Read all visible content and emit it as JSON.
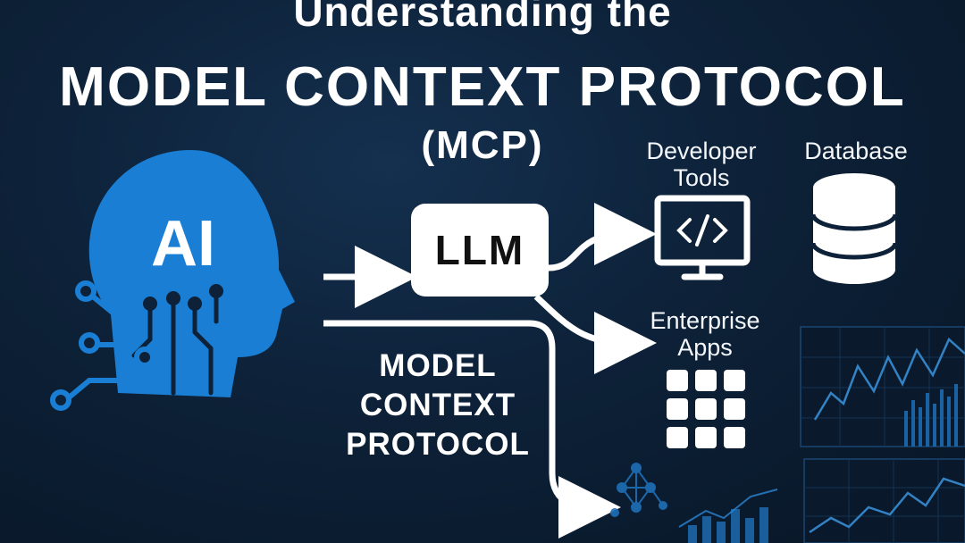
{
  "header": {
    "line1": "Understanding the",
    "line2": "MODEL CONTEXT PROTOCOL",
    "line3": "(MCP)"
  },
  "ai_head": {
    "label": "AI"
  },
  "llm": {
    "label": "LLM"
  },
  "protocol": {
    "line1": "MODEL",
    "line2": "CONTEXT",
    "line3": "PROTOCOL"
  },
  "targets": {
    "developer_tools": {
      "line1": "Developer",
      "line2": "Tools",
      "icon": "monitor-code-icon"
    },
    "database": {
      "label": "Database",
      "icon": "database-icon"
    },
    "enterprise_apps": {
      "line1": "Enterprise",
      "line2": "Apps",
      "icon": "app-grid-icon"
    }
  },
  "colors": {
    "accent": "#1a7fd4",
    "background": "#0d2138",
    "foreground": "#ffffff"
  }
}
